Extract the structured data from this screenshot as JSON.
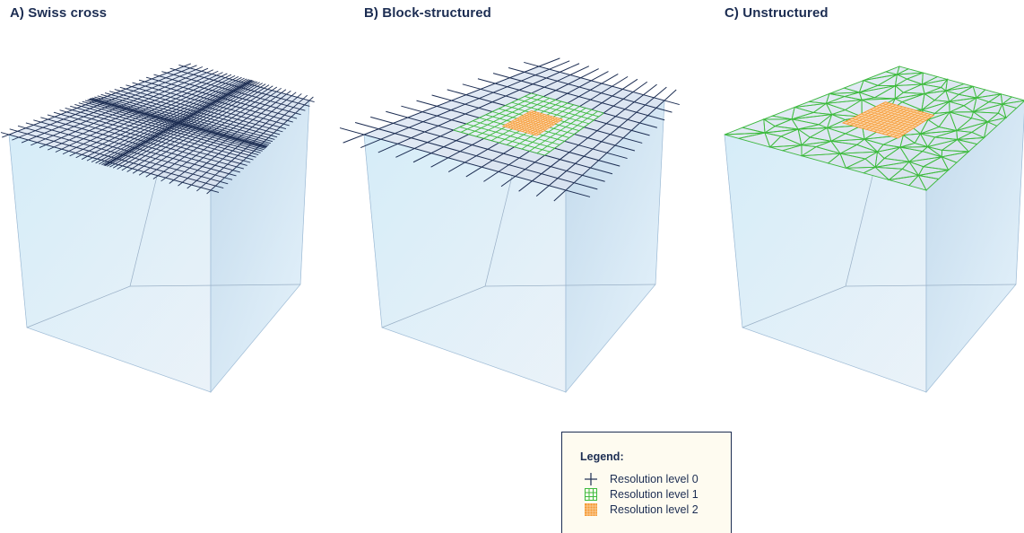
{
  "panels": [
    {
      "id": "A",
      "title": "A) Swiss cross"
    },
    {
      "id": "B",
      "title": "B) Block-structured"
    },
    {
      "id": "C",
      "title": "C) Unstructured"
    }
  ],
  "legend": {
    "title": "Legend:",
    "items": [
      {
        "label": "Resolution level 0",
        "color": "#1c2d52"
      },
      {
        "label": "Resolution level 1",
        "color": "#3dbb3d"
      },
      {
        "label": "Resolution level 2",
        "color": "#f59a35"
      }
    ]
  },
  "colors": {
    "title_text": "#1c2d52",
    "cube_fill_light": "#dff1fb",
    "cube_fill_dark": "#c7deef",
    "cube_edge": "#9fbcd6",
    "grid_level0": "#1c2d52",
    "grid_level1": "#3dbb3d",
    "grid_level2": "#f59a35"
  }
}
